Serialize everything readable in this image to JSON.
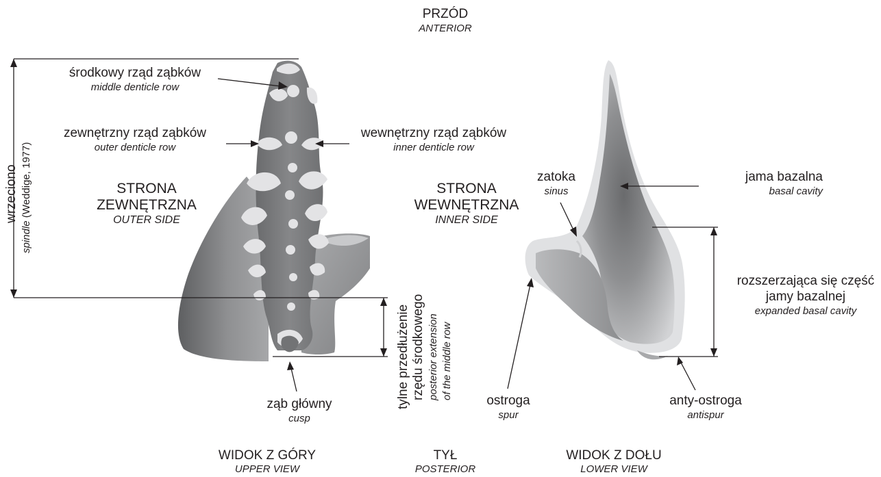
{
  "orientation": {
    "top_pl": "PRZÓD",
    "top_en": "ANTERIOR",
    "bottom_pl": "TYŁ",
    "bottom_en": "POSTERIOR"
  },
  "views": {
    "upper_pl": "WIDOK Z GÓRY",
    "upper_en": "UPPER VIEW",
    "lower_pl": "WIDOK Z DOŁU",
    "lower_en": "LOWER VIEW"
  },
  "sides": {
    "outer_pl_1": "STRONA",
    "outer_pl_2": "ZEWNĘTRZNA",
    "outer_en": "OUTER SIDE",
    "inner_pl_1": "STRONA",
    "inner_pl_2": "WEWNĘTRZNA",
    "inner_en": "INNER SIDE"
  },
  "upper_view_labels": {
    "middle_row_pl": "środkowy rząd ząbków",
    "middle_row_en": "middle denticle row",
    "outer_row_pl": "zewnętrzny rząd ząbków",
    "outer_row_en": "outer denticle row",
    "inner_row_pl": "wewnętrzny rząd ząbków",
    "inner_row_en": "inner denticle row",
    "cusp_pl": "ząb główny",
    "cusp_en": "cusp",
    "spindle_pl": "wrzeciono",
    "spindle_en_a": "spindle",
    "spindle_en_b": " (Weddige, 1977)",
    "posterior_ext_pl_1": "tylne przedłużenie",
    "posterior_ext_pl_2": "rzędu środkowego",
    "posterior_ext_en_1": "posterior extension",
    "posterior_ext_en_2": "of the middle row"
  },
  "lower_view_labels": {
    "sinus_pl": "zatoka",
    "sinus_en": "sinus",
    "basal_cavity_pl": "jama bazalna",
    "basal_cavity_en": "basal cavity",
    "expanded_pl_1": "rozszerzająca się część",
    "expanded_pl_2": "jamy bazalnej",
    "expanded_en": "expanded basal cavity",
    "spur_pl": "ostroga",
    "spur_en": "spur",
    "antispur_pl": "anty-ostroga",
    "antispur_en": "antispur"
  },
  "colors": {
    "line": "#231f20",
    "denticle_light": "#e3e3e5",
    "body_dark": "#6d6e70",
    "body_mid": "#8c8d8f",
    "body_light": "#c2c3c5"
  }
}
